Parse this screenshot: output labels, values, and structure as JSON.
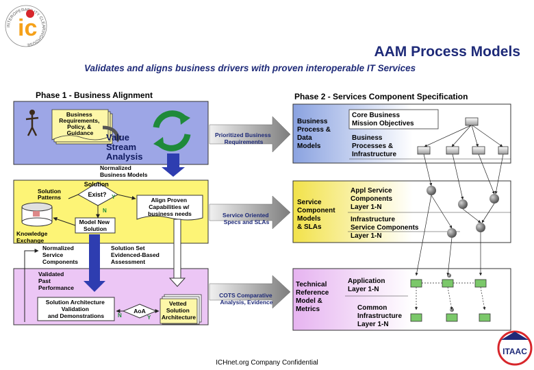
{
  "logo": {
    "ring_text": "INTEROPERABILITY CLEARINGHOUSE",
    "letters": "ic"
  },
  "header": {
    "title": "AAM Process Models",
    "subtitle": "Validates and aligns business drivers with proven interoperable IT Services"
  },
  "phase1": {
    "title": "Phase 1 - Business Alignment",
    "business_requirements": [
      "Business",
      "Requirements,",
      "Policy, &",
      "Guidance"
    ],
    "value_stream": [
      "Value",
      "Stream",
      "Analysis"
    ],
    "normalized_business_models": [
      "Normalized",
      "Business Models"
    ],
    "solution_patterns": [
      "Solution",
      "Patterns"
    ],
    "solution_exist": [
      "Solution",
      "Exist?"
    ],
    "n_label": "N",
    "y_label": "Y",
    "align_proven": [
      "Align Proven",
      "Capabilities w/",
      "business needs"
    ],
    "model_new_solution": [
      "Model New",
      "Solution"
    ],
    "knowledge_exchange": [
      "Knowledge",
      "Exchange"
    ],
    "normalized_service_components": [
      "Normalized",
      "Service",
      "Components"
    ],
    "solution_set": [
      "Solution Set",
      "Evidenced-Based",
      "Assessment"
    ],
    "validated_past": [
      "Validated",
      "Past",
      "Performance"
    ],
    "solution_architecture": [
      "Solution Architecture",
      "Validation",
      "and Demonstrations"
    ],
    "aoa": "AoA",
    "vetted_solution": [
      "Vetted",
      "Solution",
      "Architecture"
    ]
  },
  "flows": {
    "prioritized": [
      "Prioritized Business",
      "Requirements"
    ],
    "service_oriented": [
      "Service Oriented",
      "Specs and SLAs"
    ],
    "cots": [
      "COTS Comparative",
      "Analysis, Evidence"
    ]
  },
  "phase2": {
    "title": "Phase 2 - Services Component Specification",
    "bpdm": [
      "Business",
      "Process &",
      "Data",
      "Models"
    ],
    "core_business": [
      "Core Business",
      "Mission Objectives"
    ],
    "business_processes": [
      "Business",
      "Processes &",
      "Infrastructure"
    ],
    "service_component_models": [
      "Service",
      "Component",
      "Models",
      "& SLAs"
    ],
    "appl_service": [
      "Appl Service",
      "Components",
      "Layer 1-N"
    ],
    "infrastructure_service": [
      "Infrastructure",
      "Service Components",
      "Layer 1-N"
    ],
    "trm": [
      "Technical",
      "Reference",
      "Model &",
      "Metrics"
    ],
    "application_layer": [
      "Application",
      "Layer 1-N"
    ],
    "common_infrastructure": [
      "Common",
      "Infrastructure",
      "Layer 1-N"
    ]
  },
  "itaac": {
    "label": "ITAAC"
  },
  "footer": {
    "text": "ICHnet.org Company Confidential"
  }
}
